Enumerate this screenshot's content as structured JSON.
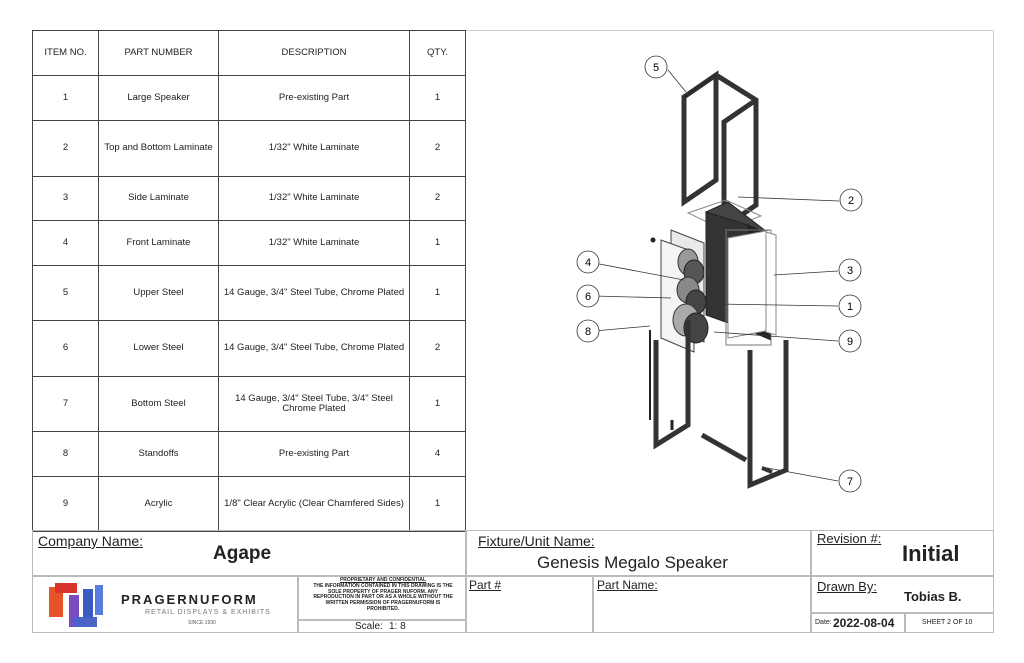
{
  "bom": {
    "headers": [
      "ITEM NO.",
      "PART NUMBER",
      "DESCRIPTION",
      "QTY."
    ],
    "rows": [
      {
        "item": "1",
        "part": "Large Speaker",
        "desc": "Pre-existing Part",
        "qty": "1"
      },
      {
        "item": "2",
        "part": "Top and Bottom Laminate",
        "desc": "1/32\" White Laminate",
        "qty": "2"
      },
      {
        "item": "3",
        "part": "Side Laminate",
        "desc": "1/32\" White Laminate",
        "qty": "2"
      },
      {
        "item": "4",
        "part": "Front Laminate",
        "desc": "1/32\" White Laminate",
        "qty": "1"
      },
      {
        "item": "5",
        "part": "Upper Steel",
        "desc": "14 Gauge, 3/4\" Steel Tube, Chrome Plated",
        "qty": "1"
      },
      {
        "item": "6",
        "part": "Lower Steel",
        "desc": "14 Gauge, 3/4\" Steel Tube, Chrome Plated",
        "qty": "2"
      },
      {
        "item": "7",
        "part": "Bottom Steel",
        "desc": "14 Gauge, 3/4\" Steel Tube, 3/4\" Steel Chrome Plated",
        "qty": "1"
      },
      {
        "item": "8",
        "part": "Standoffs",
        "desc": "Pre-existing Part",
        "qty": "4"
      },
      {
        "item": "9",
        "part": "Acrylic",
        "desc": "1/8\" Clear Acrylic (Clear Chamfered Sides)",
        "qty": "1"
      }
    ]
  },
  "balloons": [
    "5",
    "2",
    "4",
    "3",
    "6",
    "1",
    "8",
    "9",
    "7"
  ],
  "title_block": {
    "company_label": "Company Name:",
    "company_value": "Agape",
    "fixture_label": "Fixture/Unit Name:",
    "fixture_value": "Genesis Megalo Speaker",
    "revision_label": "Revision #:",
    "revision_value": "Initial",
    "part_no_label": "Part #",
    "part_name_label": "Part Name:",
    "drawn_by_label": "Drawn By:",
    "drawn_by_value": "Tobias B.",
    "date_label": "Date:",
    "date_value": "2022-08-04",
    "sheet": "SHEET 2 OF 10",
    "scale_label": "Scale:",
    "scale_value": "1: 8",
    "logo_name": "PRAGERNUFORM",
    "logo_tagline": "RETAIL DISPLAYS & EXHIBITS",
    "logo_since": "SINCE 1930",
    "proprietary_title": "PROPRIETARY AND CONFIDENTIAL",
    "proprietary_text": "THE INFORMATION CONTAINED IN THIS DRAWING IS THE SOLE PROPERTY OF PRAGER NUFORM. ANY REPRODUCTION IN PART OR AS A WHOLE WITHOUT THE WRITTEN PERMISSION OF PRAGERNUFORM IS PROHIBITED."
  },
  "colors": {
    "logo_orange": "#e8542a",
    "logo_red": "#d9342b",
    "logo_blue": "#3b5bc4",
    "logo_purple": "#7a4cc0"
  }
}
